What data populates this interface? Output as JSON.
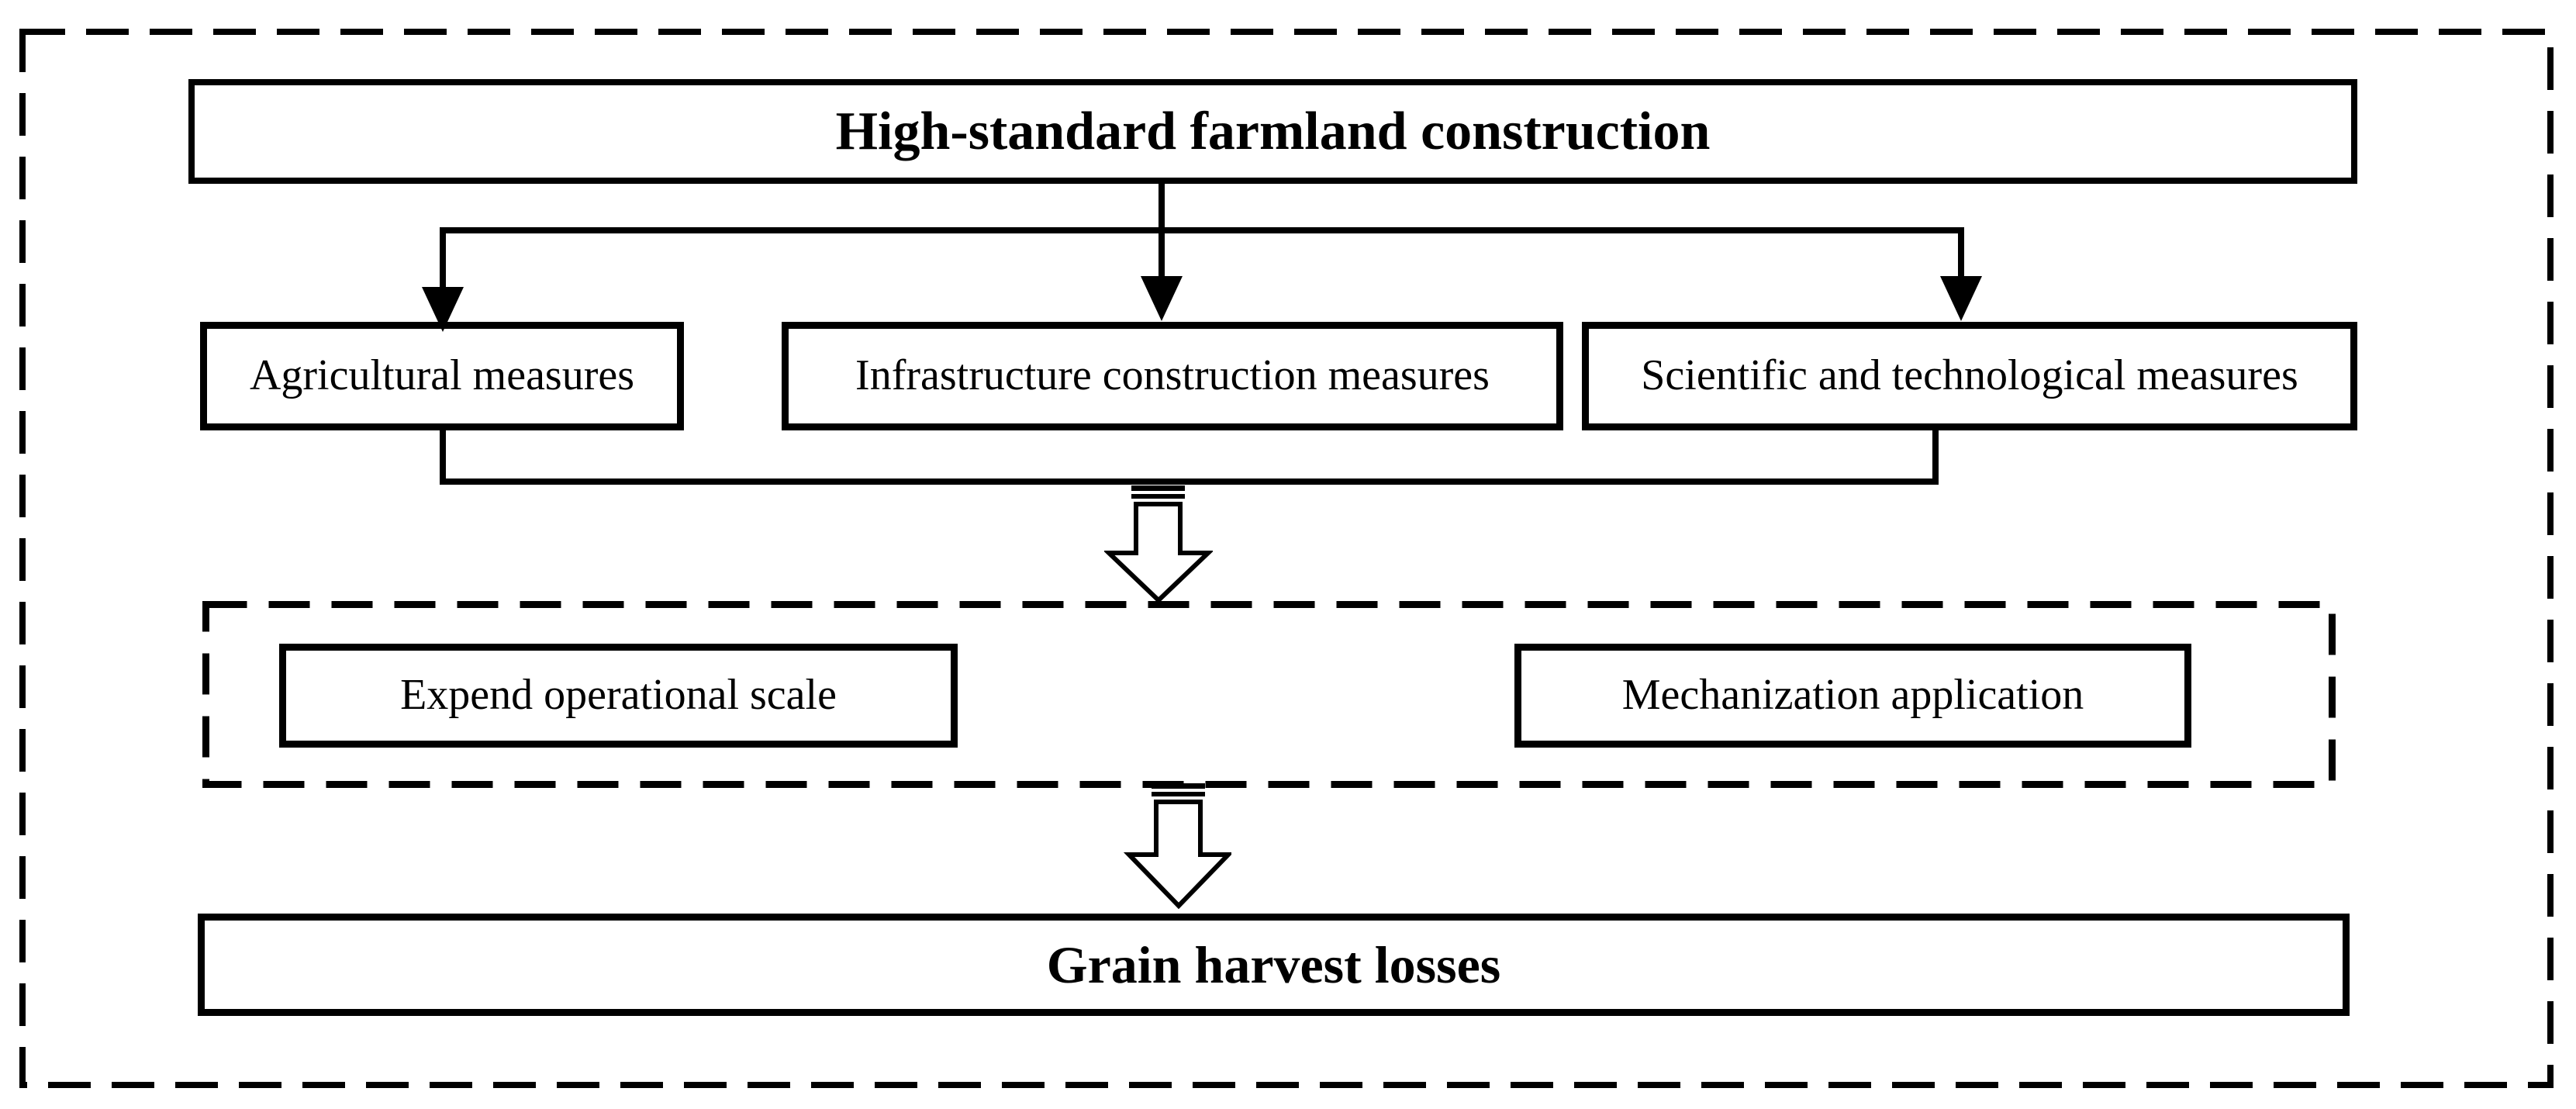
{
  "diagram": {
    "title": "High-standard farmland construction",
    "measure_boxes": [
      {
        "label": "Agricultural measures"
      },
      {
        "label": "Infrastructure construction measures"
      },
      {
        "label": "Scientific and technological measures"
      }
    ],
    "mechanism_boxes": [
      {
        "label": "Expend operational scale"
      },
      {
        "label": "Mechanization application"
      }
    ],
    "outcome": "Grain harvest losses"
  },
  "colors": {
    "ink": "#000000",
    "background": "#ffffff"
  }
}
